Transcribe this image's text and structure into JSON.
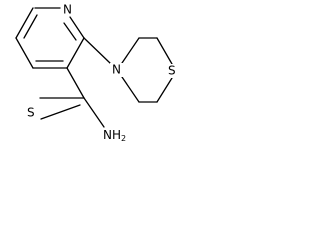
{
  "molecule": {
    "atoms": {
      "pyridine_n": "N",
      "morpholine_n": "N",
      "ring_s": "S",
      "thione_s": "S",
      "amide_n": "NH",
      "amide_n_subscript": "2"
    }
  }
}
